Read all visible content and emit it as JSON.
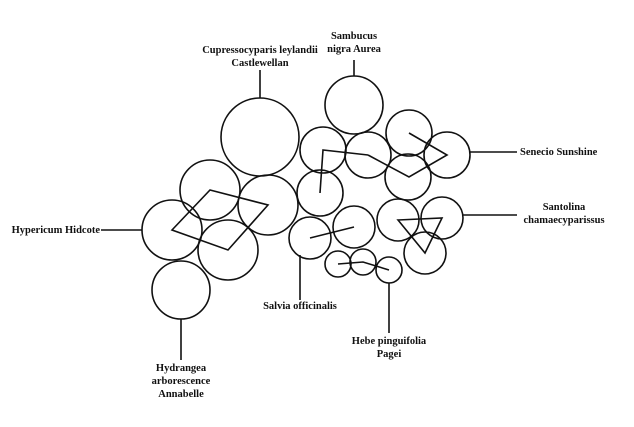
{
  "plants": {
    "cupressocyparis": {
      "line1": "Cupressocyparis leylandii",
      "line2": "Castlewellan"
    },
    "sambucus": {
      "line1": "Sambucus",
      "line2": "nigra Aurea"
    },
    "senecio": {
      "line1": "Senecio Sunshine"
    },
    "santolina": {
      "line1": "Santolina",
      "line2": "chamaecyparissus"
    },
    "hypericum": {
      "line1": "Hypericum Hidcote"
    },
    "salvia": {
      "line1": "Salvia officinalis"
    },
    "hebe": {
      "line1": "Hebe pinguifolia",
      "line2": "Pagei"
    },
    "hydrangea": {
      "line1": "Hydrangea",
      "line2": "arborescence",
      "line3": "Annabelle"
    }
  }
}
